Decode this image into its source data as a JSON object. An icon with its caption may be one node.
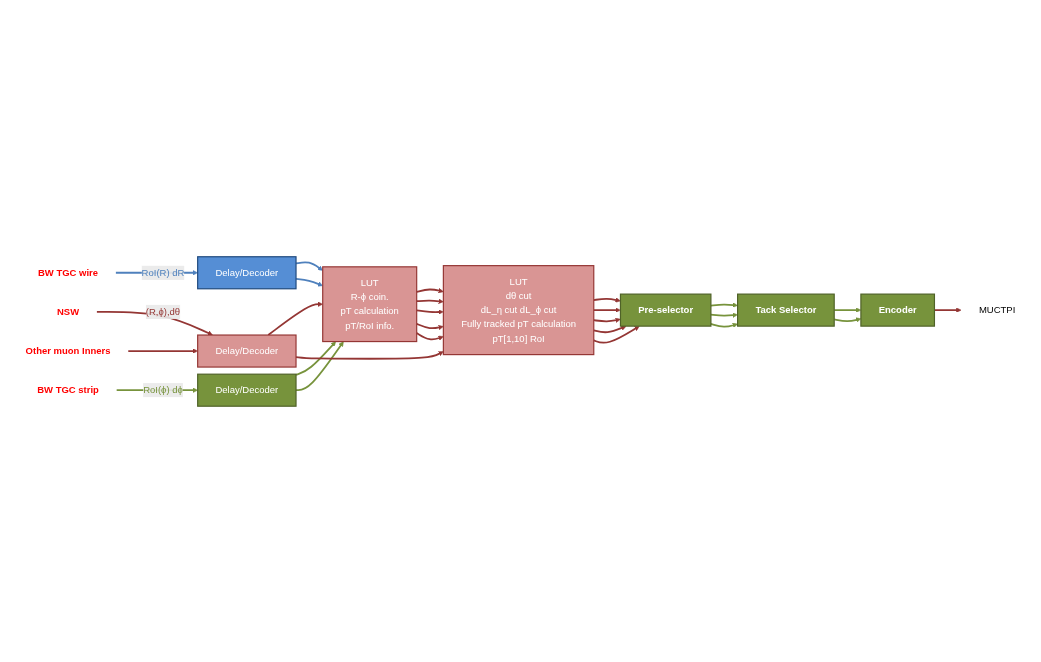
{
  "diagram": {
    "nodes": [
      {
        "text": [
          "BW TGC wire"
        ]
      },
      {
        "text": [
          "Delay/Decoder"
        ]
      },
      {
        "text": [
          "BW TGC strip"
        ]
      },
      {
        "text": [
          "Delay/Decoder"
        ]
      },
      {
        "text": [
          "NSW"
        ]
      },
      {
        "text": [
          "Other muon Inners"
        ]
      },
      {
        "text": [
          "Delay/Decoder"
        ]
      },
      {
        "text": [
          "LUT",
          "R-ϕ coin.",
          "pT calculation",
          "pT/RoI info."
        ]
      },
      {
        "text": [
          "LUT",
          "dθ cut",
          "dL_η cut dL_ϕ cut",
          "Fully tracked pT calculation",
          "pT[1,10] RoI"
        ]
      },
      {
        "text": [
          "Pre-selector"
        ]
      },
      {
        "text": [
          "Tack Selector"
        ]
      },
      {
        "text": [
          "Encoder"
        ]
      },
      {
        "text": [
          "MUCTPI"
        ]
      }
    ],
    "edges": [
      {
        "from": 0,
        "to": 1,
        "arrow": "to",
        "label": "RoI(R) dR",
        "color": "#4f81bd"
      },
      {
        "from": 1,
        "to": 7,
        "arrow": "to",
        "color": "#4f81bd"
      },
      {
        "from": 1,
        "to": 7,
        "arrow": "to",
        "color": "#4f81bd"
      },
      {
        "from": 2,
        "to": 3,
        "arrow": "to",
        "label": "RoI(ϕ) dϕ",
        "color": "#77933c"
      },
      {
        "from": 3,
        "to": 7,
        "arrow": "to",
        "color": "#77933c"
      },
      {
        "from": 3,
        "to": 7,
        "arrow": "to",
        "color": "#77933c"
      },
      {
        "from": 4,
        "to": 6,
        "arrow": "to",
        "label": "(R,ϕ),dθ"
      },
      {
        "from": 5,
        "to": 6,
        "arrow": "to"
      },
      {
        "from": 6,
        "to": 7,
        "arrow": "to"
      },
      {
        "from": 6,
        "to": 8,
        "arrow": "to"
      },
      {
        "from": 7,
        "to": 8,
        "arrow": "to"
      },
      {
        "from": 7,
        "to": 8,
        "arrow": "to"
      },
      {
        "from": 7,
        "to": 8,
        "arrow": "to"
      },
      {
        "from": 7,
        "to": 8,
        "arrow": "to"
      },
      {
        "from": 7,
        "to": 8,
        "arrow": "to"
      },
      {
        "from": 8,
        "to": 9,
        "arrow": "to"
      },
      {
        "from": 8,
        "to": 9,
        "arrow": "to"
      },
      {
        "from": 8,
        "to": 9,
        "arrow": "to"
      },
      {
        "from": 8,
        "to": 9,
        "arrow": "to"
      },
      {
        "from": 8,
        "to": 9,
        "arrow": "to"
      },
      {
        "from": 9,
        "to": 10,
        "arrow": "to",
        "color": "#77933c"
      },
      {
        "from": 9,
        "to": 10,
        "arrow": "to",
        "color": "#77933c"
      },
      {
        "from": 9,
        "to": 10,
        "arrow": "to",
        "color": "#77933c"
      },
      {
        "from": 10,
        "to": 11,
        "arrow": "to",
        "color": "#77933c"
      },
      {
        "from": 10,
        "to": 11,
        "arrow": "to",
        "color": "#77933c"
      },
      {
        "from": 11,
        "to": 12,
        "arrow": "to"
      }
    ]
  }
}
